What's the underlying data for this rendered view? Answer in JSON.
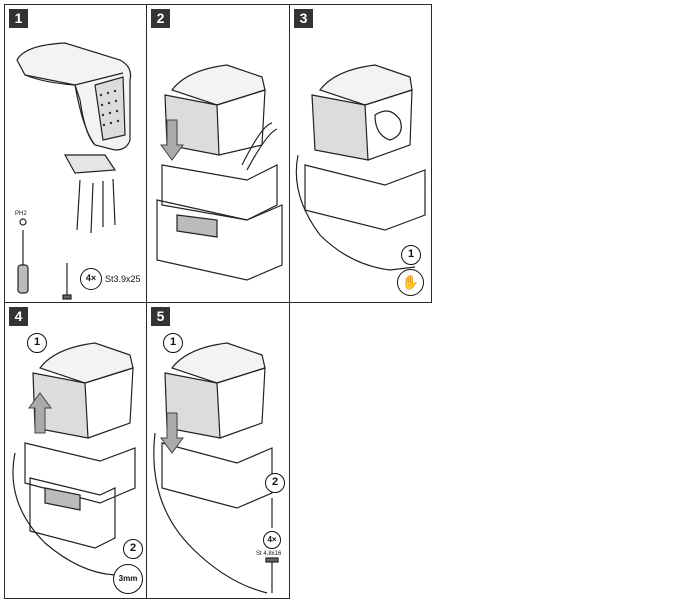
{
  "panels": [
    {
      "number": "1"
    },
    {
      "number": "2"
    },
    {
      "number": "3"
    },
    {
      "number": "4"
    },
    {
      "number": "5"
    }
  ],
  "panel1": {
    "quantity": "4×",
    "screw_spec": "St3.9x25",
    "screwdriver_tag": "PH2"
  },
  "panel3": {
    "step": "1"
  },
  "panel4": {
    "step1": "1",
    "step2": "2",
    "drill_size": "3mm"
  },
  "panel5": {
    "step1": "1",
    "step2": "2",
    "quantity": "4×",
    "screw_spec": "St 4,8x16"
  }
}
